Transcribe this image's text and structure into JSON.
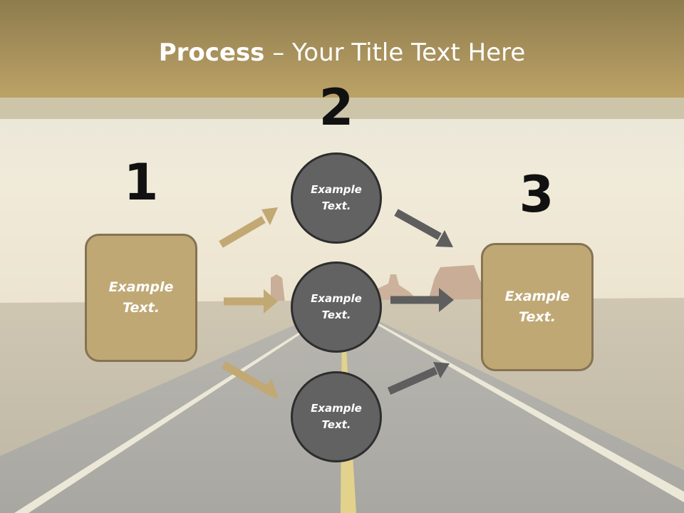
{
  "slide": {
    "title_bold": "Process",
    "title_rest": " – Your Title Text Here",
    "step_numbers": [
      "1",
      "2",
      "3"
    ],
    "left_box": "Example Text.",
    "right_box": "Example Text.",
    "circles": [
      "Example Text.",
      "Example Text.",
      "Example Text."
    ]
  },
  "colors": {
    "header": "#b9a067",
    "box_fill": "#c0a875",
    "box_border": "#857353",
    "circle_fill": "#626262",
    "circle_border": "#2d2d2d",
    "arrow_tan": "#c2a872",
    "arrow_gray": "#5e5e5e"
  }
}
